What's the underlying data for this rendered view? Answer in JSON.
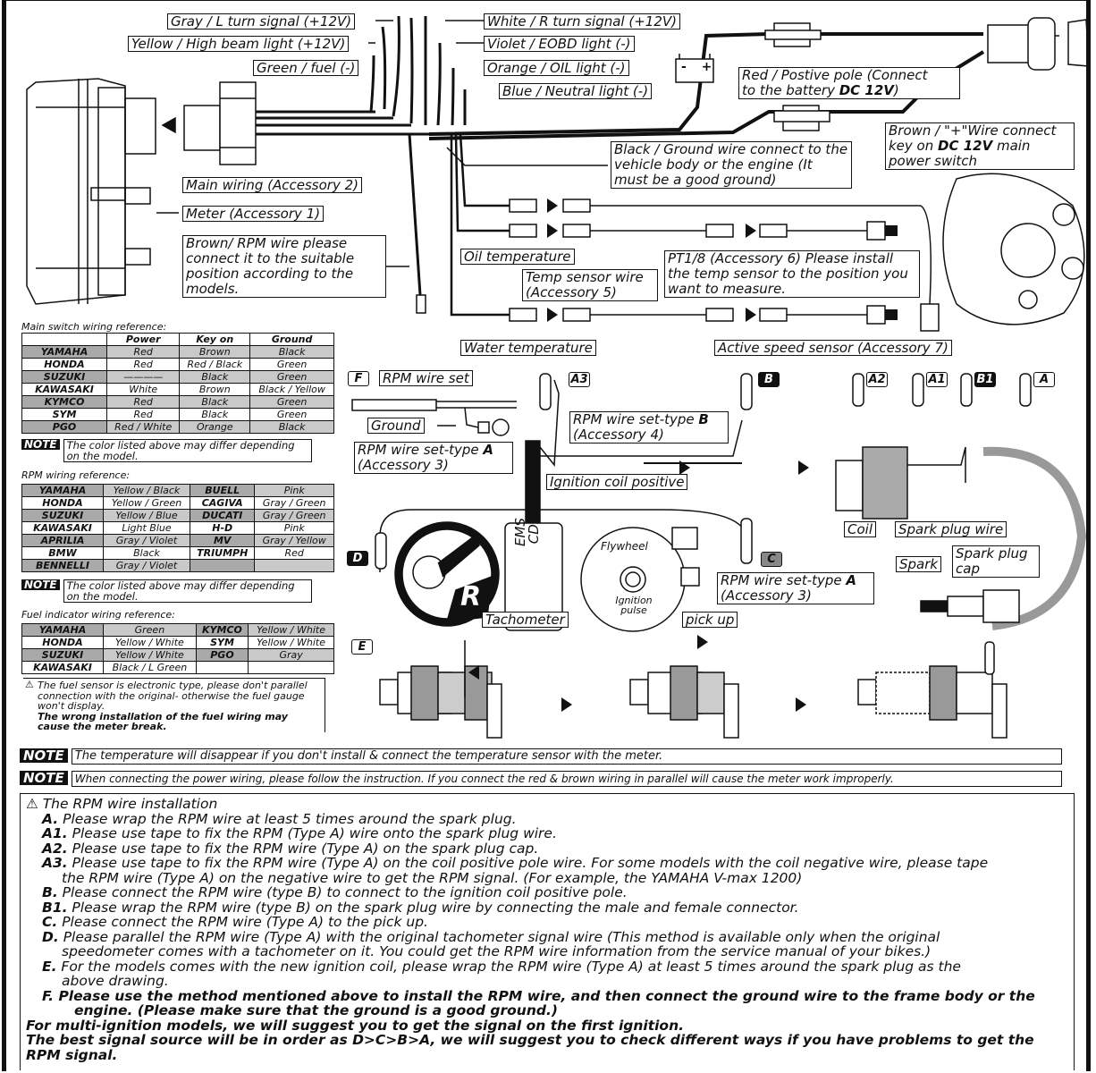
{
  "wire_labels": {
    "gray_turn": "Gray / L turn signal (+12V)",
    "yellow_high": "Yellow / High beam light (+12V)",
    "green_fuel": "Green / fuel (-)",
    "white_turn": "White / R turn signal (+12V)",
    "violet_eobd": "Violet / EOBD light (-)",
    "orange_oil": "Orange / OIL light (-)",
    "blue_neutral": "Blue / Neutral light (-)",
    "red_pole_1": "Red / Postive pole (Connect",
    "red_pole_2": "to the battery ",
    "red_pole_bold": "DC 12V",
    "red_pole_end": ")",
    "brown_key_1": "Brown / \"+\"Wire connect",
    "brown_key_2": "key on ",
    "brown_key_bold": "DC 12V",
    "brown_key_3": " main power switch",
    "black_ground": "Black / Ground wire connect to the vehicle body or the engine (It must be a good ground)",
    "main_wiring": "Main wiring (Accessory 2)",
    "meter": "Meter (Accessory 1)",
    "brown_rpm": "Brown/ RPM wire  please connect it to the suitable position according to the models.",
    "oil_temp": "Oil temperature",
    "temp_sensor": "Temp sensor wire (Accessory 5)",
    "pt18": "PT1/8 (Accessory 6) Please install the temp sensor to the position you want to measure.",
    "water_temp": "Water temperature",
    "speed_sensor": "Active speed sensor (Accessory 7)",
    "battery_symbol": "- +"
  },
  "rpm_diagram": {
    "f_tag": "F",
    "rpm_wire_set": "RPM wire set",
    "ground": "Ground",
    "type_a_1": "RPM wire set-type ",
    "type_a_bold": "A",
    "type_a_2": "(Accessory 3)",
    "type_b_1": "RPM wire set-type ",
    "type_b_bold": "B",
    "type_b_2": "(Accessory 4)",
    "ignition_coil_positive": "Ignition coil positive",
    "ems_cdi_1": "EMS",
    "ems_cdi_2": "CDI",
    "flywheel": "Flywheel",
    "ignition_pulse": "Ignition pulse",
    "tachometer": "Tachometer",
    "tach_letter": "R",
    "pick_up": "pick up",
    "coil": "Coil",
    "spark_plug_wire": "Spark plug wire",
    "spark": "Spark",
    "spark_plug_cap": "Spark plug cap",
    "tags": {
      "a3": "A3",
      "b": "B",
      "a2": "A2",
      "a1": "A1",
      "b1": "B1",
      "a": "A",
      "c": "C",
      "d": "D",
      "e": "E"
    }
  },
  "main_switch": {
    "title": "Main switch wiring reference:",
    "headers": [
      "",
      "Power",
      "Key on",
      "Ground"
    ],
    "rows": [
      [
        "YAMAHA",
        "Red",
        "Brown",
        "Black"
      ],
      [
        "HONDA",
        "Red",
        "Red / Black",
        "Green"
      ],
      [
        "SUZUKI",
        "————",
        "Black",
        "Green"
      ],
      [
        "KAWASAKI",
        "White",
        "Brown",
        "Black / Yellow"
      ],
      [
        "KYMCO",
        "Red",
        "Black",
        "Green"
      ],
      [
        "SYM",
        "Red",
        "Black",
        "Green"
      ],
      [
        "PGO",
        "Red / White",
        "Orange",
        "Black"
      ]
    ],
    "note_badge": "NOTE",
    "note": "The color listed above may differ depending on the model."
  },
  "rpm_ref": {
    "title": "RPM wiring reference:",
    "rows": [
      [
        "YAMAHA",
        "Yellow / Black",
        "BUELL",
        "Pink"
      ],
      [
        "HONDA",
        "Yellow / Green",
        "CAGIVA",
        "Gray / Green"
      ],
      [
        "SUZUKI",
        "Yellow / Blue",
        "DUCATI",
        "Gray / Green"
      ],
      [
        "KAWASAKI",
        "Light Blue",
        "H-D",
        "Pink"
      ],
      [
        "APRILIA",
        "Gray / Violet",
        "MV",
        "Gray / Yellow"
      ],
      [
        "BMW",
        "Black",
        "TRIUMPH",
        "Red"
      ],
      [
        "BENNELLI",
        "Gray / Violet",
        "",
        ""
      ]
    ],
    "note_badge": "NOTE",
    "note": "The color listed above may differ depending on the model."
  },
  "fuel_ref": {
    "title": "Fuel indicator wiring reference:",
    "rows": [
      [
        "YAMAHA",
        "Green",
        "KYMCO",
        "Yellow / White"
      ],
      [
        "HONDA",
        "Yellow / White",
        "SYM",
        "Yellow / White"
      ],
      [
        "SUZUKI",
        "Yellow / White",
        "PGO",
        "Gray"
      ],
      [
        "KAWASAKI",
        "Black / L Green",
        "",
        ""
      ]
    ],
    "warning": "The fuel sensor is electronic type, please don't parallel connection with the original- otherwise the fuel gauge won't display.",
    "warning_bold": "The wrong installation of the fuel wiring may cause the meter break."
  },
  "notes": [
    {
      "badge": "NOTE",
      "text": "The temperature will disappear if you don't install & connect the temperature sensor with the meter."
    },
    {
      "badge": "NOTE",
      "text": "When connecting the power wiring, please follow the instruction. If you connect the red & brown wiring in parallel will cause the meter work improperly."
    }
  ],
  "instructions": {
    "title": "The RPM wire installation",
    "items": [
      {
        "key": "A.",
        "text": " Please wrap the RPM wire at least 5 times around the spark plug."
      },
      {
        "key": "A1.",
        "text": " Please use tape to fix the RPM (Type A) wire onto the spark plug wire."
      },
      {
        "key": "A2.",
        "text": " Please use tape to fix the RPM wire (Type A) on the spark plug cap."
      },
      {
        "key": "A3.",
        "text": " Please use tape to fix the RPM wire (Type A) on the coil positive pole wire. For some models with the coil negative wire, please tape",
        "cont": "the RPM wire (Type A) on the negative wire to get the RPM signal. (For example, the YAMAHA V-max 1200)"
      },
      {
        "key": "B.",
        "text": " Please connect the RPM wire (type B) to connect to the ignition coil positive pole."
      },
      {
        "key": "B1.",
        "text": " Please wrap the RPM wire (type B) on the spark plug wire by connecting the male and female connector."
      },
      {
        "key": "C.",
        "text": " Please connect the RPM wire (Type A) to the pick up."
      },
      {
        "key": "D.",
        "text": " Please parallel the RPM wire (Type A) with the original tachometer signal wire (This method is available only when the original",
        "cont": "speedometer comes with a tachometer on it. You could get the RPM wire information from the service manual of your bikes.)"
      },
      {
        "key": "E.",
        "text": " For the models comes with the new ignition coil, please wrap the RPM wire (Type A) at least 5 times around the spark plug as the",
        "cont": "above drawing."
      }
    ],
    "f_line": "F. Please use the method mentioned above to install the RPM wire, and then connect the ground wire to the frame body or the",
    "f_cont": "engine. (Please make sure that the ground is a good ground.)",
    "multi": "For multi-ignition models, we will suggest you to get the signal on the first ignition.",
    "best": "The best signal source will be in order as D>C>B>A, we will suggest you to check different ways if you have problems to get the RPM signal."
  }
}
